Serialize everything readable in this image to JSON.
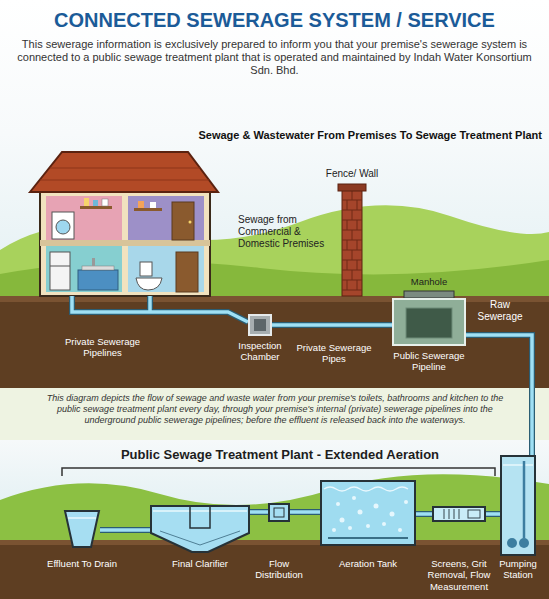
{
  "diagram": {
    "title": "CONNECTED SEWERAGE SYSTEM / SERVICE",
    "nodes": [
      {
        "text": [
          "Inspection Chamber"
        ]
      },
      {
        "text": [
          "Manhole",
          "Public Sewerage Pipeline"
        ]
      },
      {
        "text": [
          "Effluent To Drain"
        ]
      },
      {
        "text": [
          "Final Clarifier"
        ]
      },
      {
        "text": [
          "Flow Distribution"
        ]
      },
      {
        "text": [
          "Aeration Tank"
        ]
      },
      {
        "text": [
          "Screens, Grit Removal, Flow Measurement"
        ]
      },
      {
        "text": [
          "Pumping Station"
        ]
      }
    ],
    "edges": [
      {
        "from": 0,
        "to": 1,
        "arrow": "none"
      },
      {
        "from": 1,
        "to": 7,
        "arrow": "none"
      },
      {
        "from": 7,
        "to": 6,
        "arrow": "none"
      },
      {
        "from": 6,
        "to": 5,
        "arrow": "none"
      },
      {
        "from": 5,
        "to": 4,
        "arrow": "none"
      },
      {
        "from": 4,
        "to": 3,
        "arrow": "none"
      },
      {
        "from": 3,
        "to": 2,
        "arrow": "none"
      }
    ],
    "labels": [
      "This sewerage information is exclusively prepared to inform you that your premise's sewerage system is connected to a public sewage treatment plant that is operated and maintained by Indah Water Konsortium Sdn. Bhd.",
      "Sewage & Wastewater From Premises To Sewage Treatment Plant",
      "Fence/ Wall",
      "Sewage from Commercial & Domestic Premises",
      "Private Sewerage Pipelines",
      "Private Sewerage Pipes",
      "Raw Sewerage",
      "This diagram depicts the flow of sewage and waste water from your premise's toilets, bathrooms and kitchen to the public sewage treatment plant every day, through your premise's internal (private) sewerage pipelines into the underground public sewerage pipelines; before the effluent is released back into the waterways.",
      "Public Sewage Treatment Plant - Extended Aeration"
    ]
  }
}
